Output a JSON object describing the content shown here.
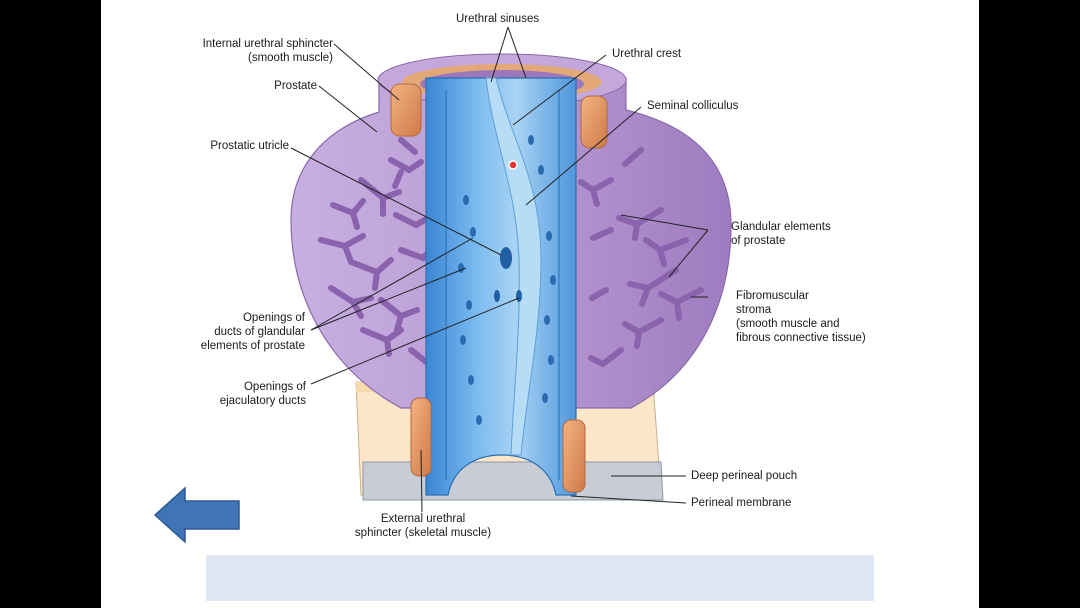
{
  "labels": {
    "urethral_sinuses": "Urethral sinuses",
    "internal_sphincter": [
      "Internal urethral sphincter",
      "(smooth muscle)"
    ],
    "urethral_crest": "Urethral crest",
    "prostate": "Prostate",
    "seminal_colliculus": "Seminal colliculus",
    "prostatic_utricle": "Prostatic utricle",
    "glandular_elements": [
      "Glandular elements",
      "of prostate"
    ],
    "fibromuscular_stroma": [
      "Fibromuscular",
      "stroma",
      "(smooth muscle and",
      "fibrous connective tissue)"
    ],
    "openings_glandular_ducts": [
      "Openings of",
      "ducts of glandular",
      "elements of prostate"
    ],
    "openings_ejaculatory_ducts": [
      "Openings of",
      "ejaculatory ducts"
    ],
    "deep_perineal_pouch": "Deep perineal pouch",
    "perineal_membrane": "Perineal membrane",
    "external_sphincter": [
      "External urethral",
      "sphincter (skeletal muscle)"
    ]
  },
  "colors": {
    "prostate": "#b596cf",
    "prostate_dark": "#9b78bb",
    "gland": "#8a62ad",
    "urethra": "#6fb0e6",
    "urethra_light": "#a9d3f4",
    "muscle": "#e39a6a",
    "pouch": "#fbe7c7",
    "arrow": "#3f74b6",
    "caption_bar": "#dde8f4"
  },
  "navigation": {
    "back_icon": "left-arrow-icon"
  }
}
